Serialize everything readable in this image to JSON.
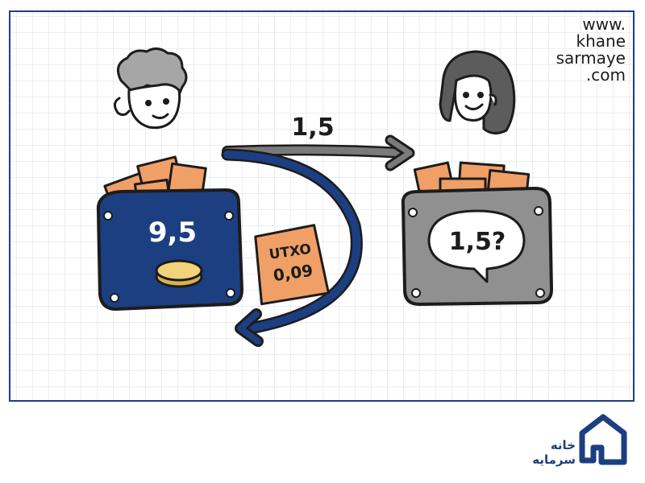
{
  "website": {
    "line1": "www.",
    "line2": "khane",
    "line3": "sarmaye",
    "line4": ".com"
  },
  "transfer": {
    "amount_label": "1,5"
  },
  "sender_wallet": {
    "balance_label": "9,5"
  },
  "change_note": {
    "line1": "UTXO",
    "line2": "0,09"
  },
  "receiver_wallet": {
    "bubble_label": "1,5?"
  },
  "brand": {
    "line1": "خانه",
    "line2": "سرمایه"
  },
  "colors": {
    "sender_wallet": "#1c3f82",
    "receiver_wallet": "#909090",
    "note": "#f0a066",
    "arrow_blue": "#1c3f82",
    "arrow_gray": "#7a7a7a"
  }
}
